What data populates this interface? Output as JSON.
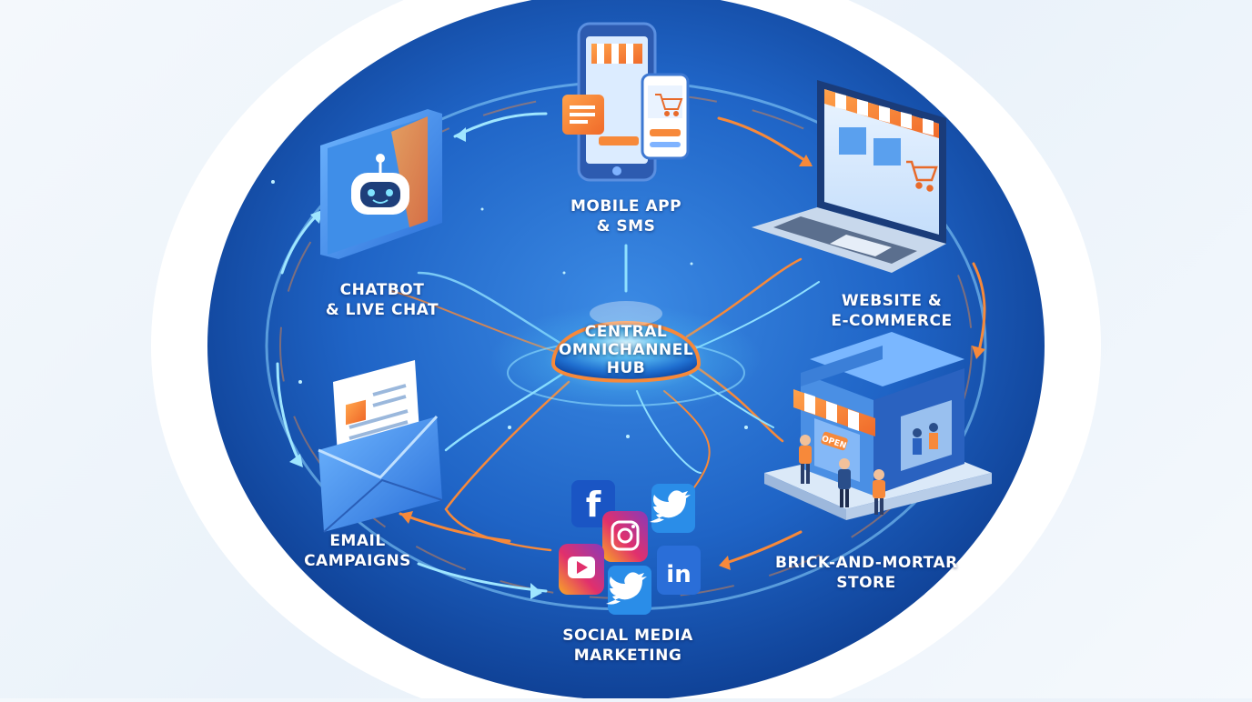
{
  "hub": {
    "line1": "CENTRAL",
    "line2": "OMNICHANNEL",
    "line3": "HUB"
  },
  "channels": {
    "mobile": {
      "line1": "MOBILE APP",
      "line2": "& SMS"
    },
    "chatbot": {
      "line1": "CHATBOT",
      "line2": "& LIVE CHAT"
    },
    "website": {
      "line1": "WEBSITE &",
      "line2": "E-COMMERCE"
    },
    "email": {
      "line1": "EMAIL",
      "line2": "CAMPAIGNS"
    },
    "store": {
      "line1": "BRICK-AND-MORTAR",
      "line2": "STORE",
      "sign": "OPEN"
    },
    "social": {
      "line1": "SOCIAL MEDIA",
      "line2": "MARKETING"
    }
  },
  "colors": {
    "disc_center": "#3a86e0",
    "disc_edge": "#0d3f94",
    "accent_orange": "#f7893a",
    "accent_cyan": "#7fe3ff",
    "ring": "#ffffff"
  },
  "icons": [
    "smartphone-icon",
    "chatbot-icon",
    "laptop-icon",
    "email-envelope-icon",
    "storefront-icon",
    "facebook-icon",
    "instagram-icon",
    "twitter-icon",
    "youtube-icon",
    "linkedin-icon",
    "shopping-cart-icon"
  ]
}
